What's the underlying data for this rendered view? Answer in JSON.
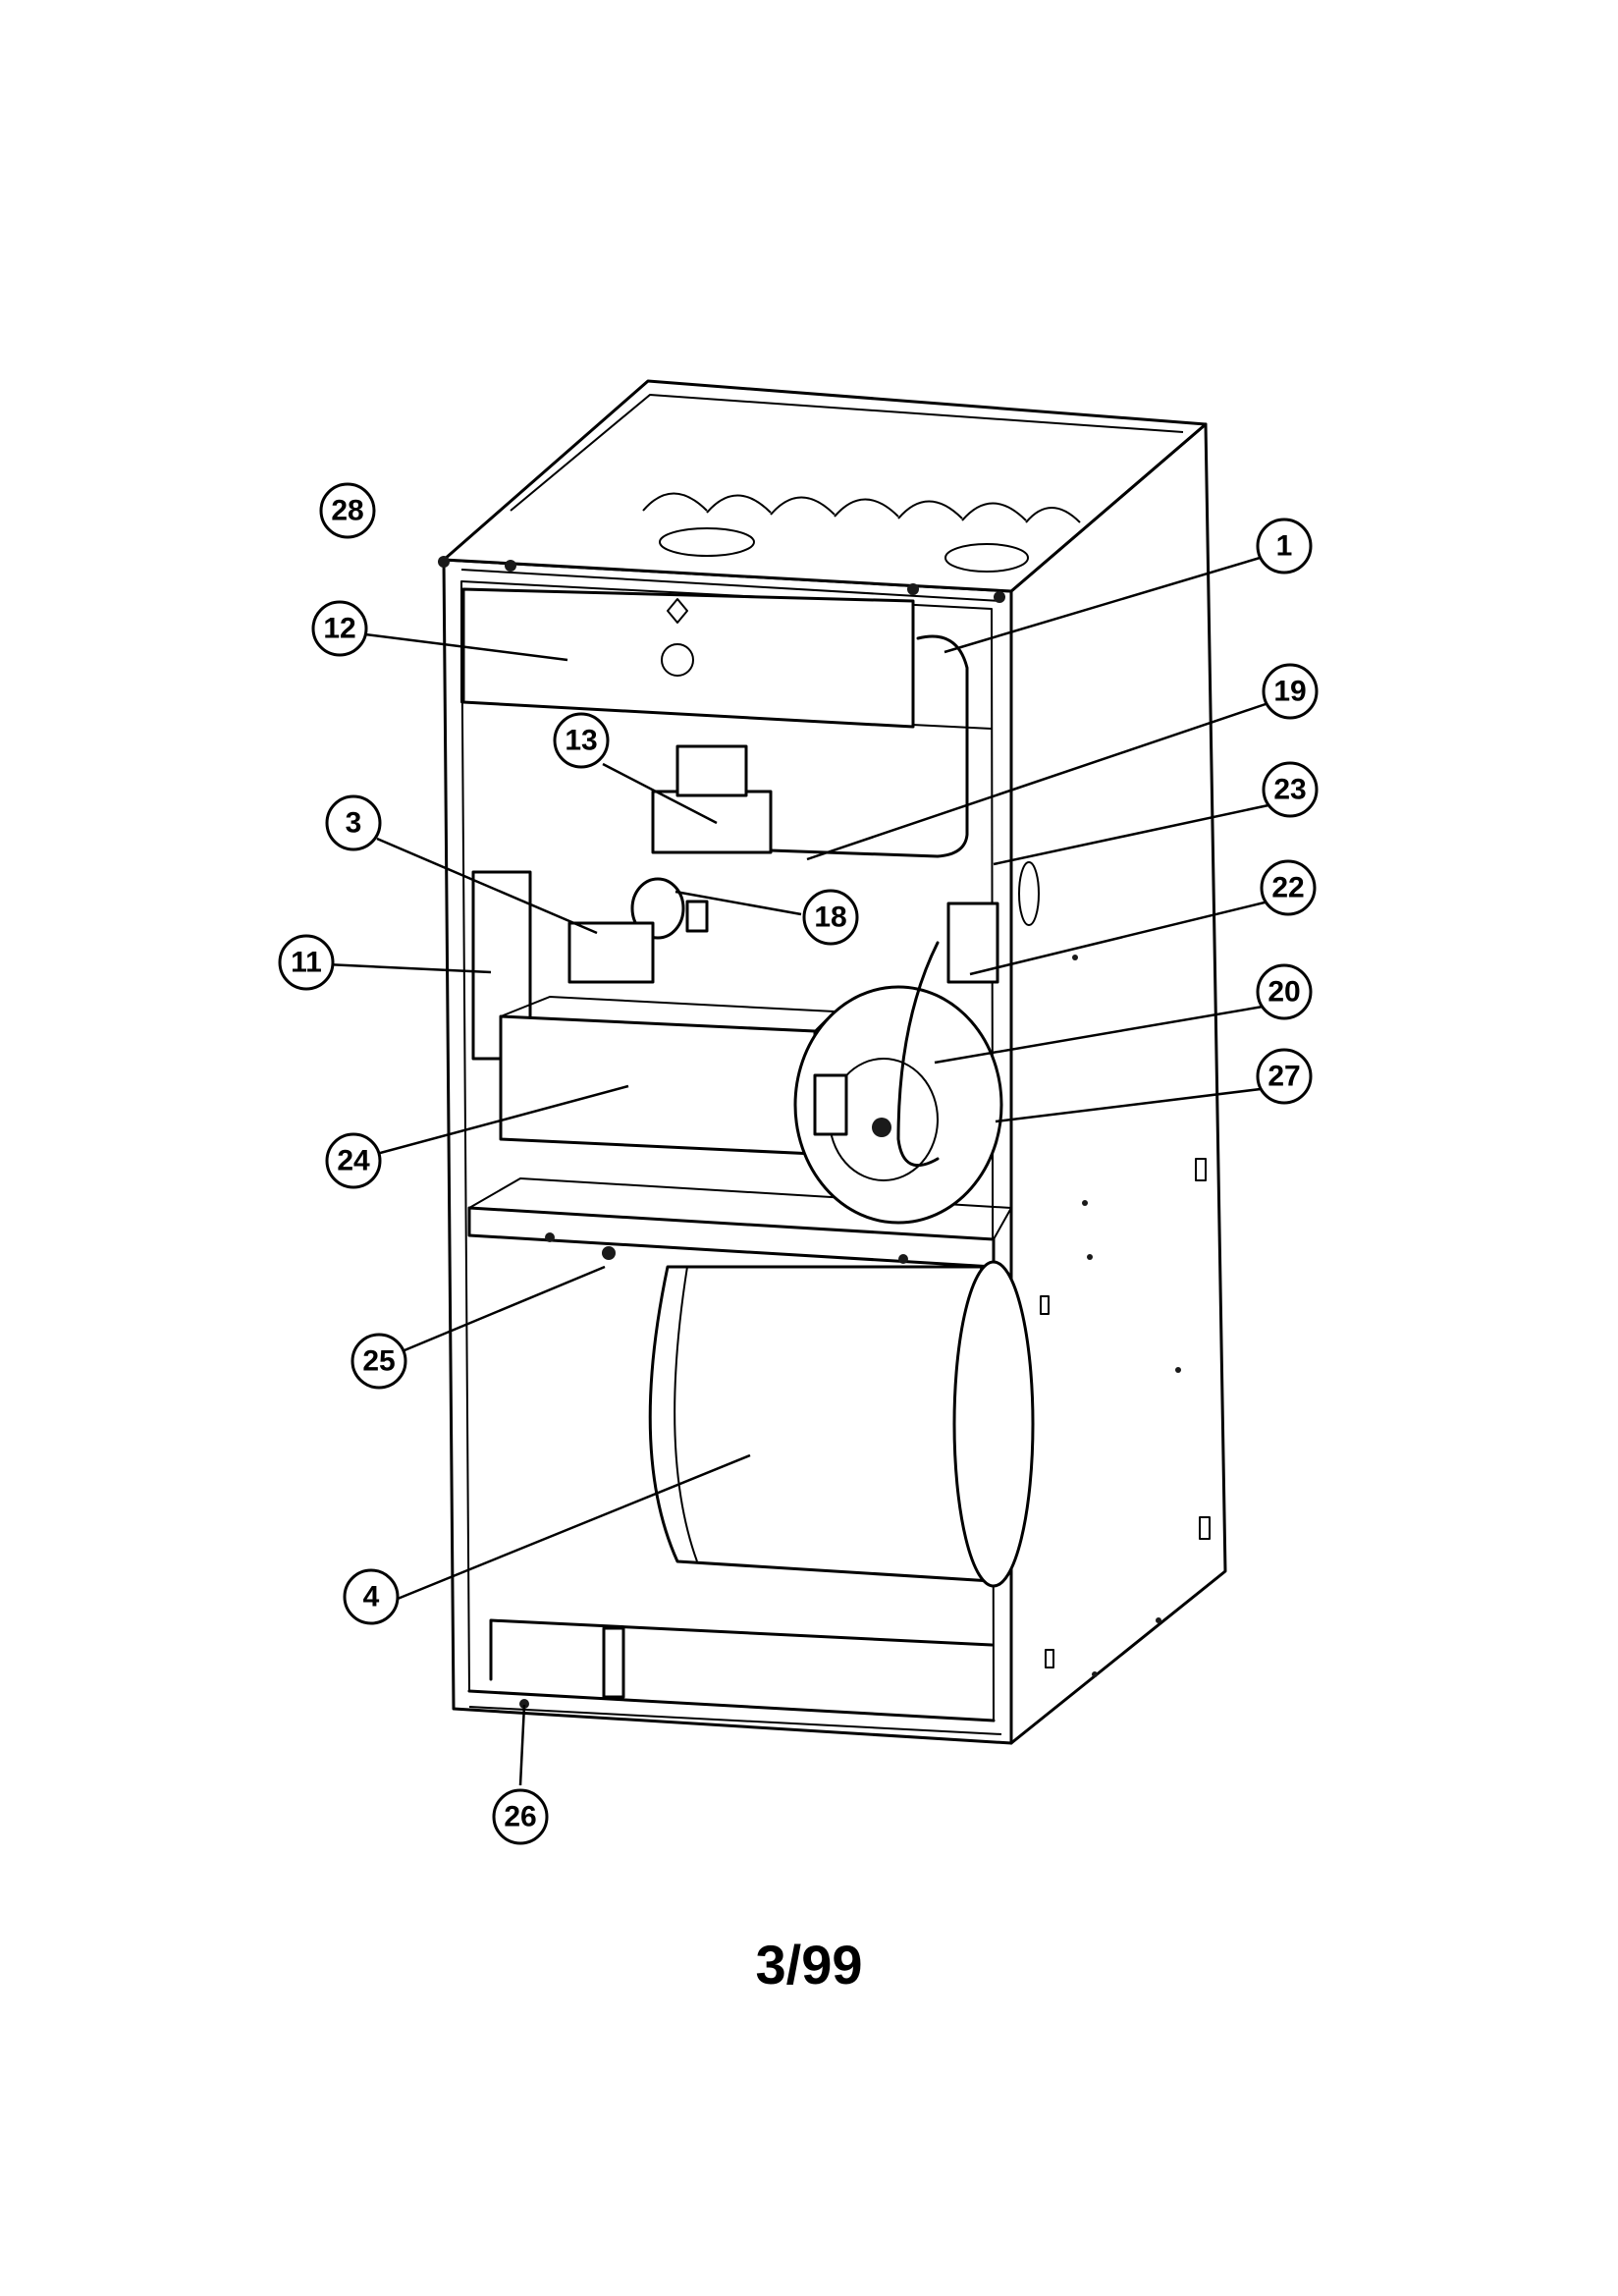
{
  "page_label": "3/99",
  "callouts": [
    {
      "id": "1",
      "label": "1"
    },
    {
      "id": "3",
      "label": "3"
    },
    {
      "id": "4",
      "label": "4"
    },
    {
      "id": "11",
      "label": "11"
    },
    {
      "id": "12",
      "label": "12"
    },
    {
      "id": "13",
      "label": "13"
    },
    {
      "id": "18",
      "label": "18"
    },
    {
      "id": "19",
      "label": "19"
    },
    {
      "id": "20",
      "label": "20"
    },
    {
      "id": "22",
      "label": "22"
    },
    {
      "id": "23",
      "label": "23"
    },
    {
      "id": "24",
      "label": "24"
    },
    {
      "id": "25",
      "label": "25"
    },
    {
      "id": "26",
      "label": "26"
    },
    {
      "id": "27",
      "label": "27"
    },
    {
      "id": "28",
      "label": "28"
    }
  ]
}
